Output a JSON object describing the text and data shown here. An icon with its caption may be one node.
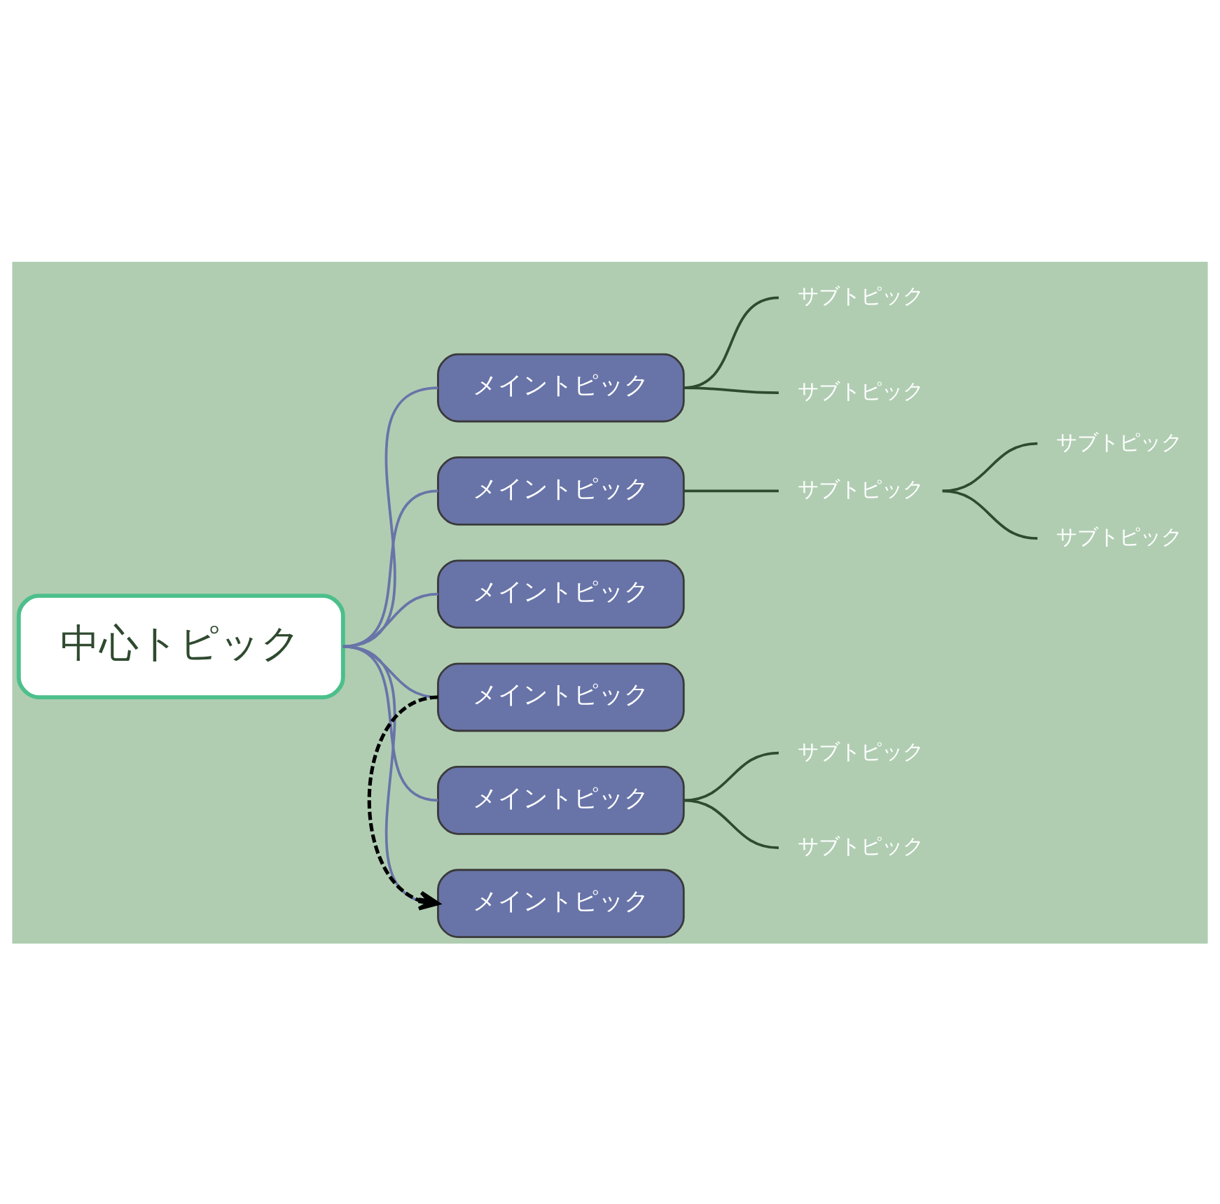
{
  "diagram": {
    "nodes": [
      {
        "text": [
          "中心トピック"
        ]
      },
      {
        "text": [
          "メイントピック"
        ]
      },
      {
        "text": [
          "サブトピック"
        ]
      },
      {
        "text": [
          "サブトピック"
        ]
      },
      {
        "text": [
          "メイントピック"
        ]
      },
      {
        "text": [
          "サブトピック"
        ]
      },
      {
        "text": [
          "サブトピック"
        ]
      },
      {
        "text": [
          "サブトピック"
        ]
      },
      {
        "text": [
          "メイントピック"
        ]
      },
      {
        "text": [
          "メイントピック"
        ]
      },
      {
        "text": [
          "メイントピック"
        ]
      },
      {
        "text": [
          "サブトピック"
        ]
      },
      {
        "text": [
          "サブトピック"
        ]
      },
      {
        "text": [
          "メイントピック"
        ]
      }
    ],
    "edges": [
      {
        "from": 0,
        "to": 1,
        "arrow": "none",
        "color": "#6874a8"
      },
      {
        "from": 1,
        "to": 2,
        "arrow": "none"
      },
      {
        "from": 1,
        "to": 3,
        "arrow": "none"
      },
      {
        "from": 0,
        "to": 4,
        "arrow": "none",
        "color": "#6874a8"
      },
      {
        "from": 4,
        "to": 5,
        "arrow": "none"
      },
      {
        "from": 5,
        "to": 6,
        "arrow": "none"
      },
      {
        "from": 5,
        "to": 7,
        "arrow": "none"
      },
      {
        "from": 0,
        "to": 8,
        "arrow": "none",
        "color": "#6874a8"
      },
      {
        "from": 0,
        "to": 9,
        "arrow": "none",
        "color": "#6874a8"
      },
      {
        "from": 0,
        "to": 10,
        "arrow": "none",
        "color": "#6874a8"
      },
      {
        "from": 10,
        "to": 11,
        "arrow": "none"
      },
      {
        "from": 10,
        "to": 12,
        "arrow": "none"
      },
      {
        "from": 0,
        "to": 13,
        "arrow": "none",
        "color": "#6874a8"
      },
      {
        "from": 9,
        "to": 13,
        "arrow": "to",
        "style": "dashed",
        "color": "#000000"
      }
    ]
  }
}
